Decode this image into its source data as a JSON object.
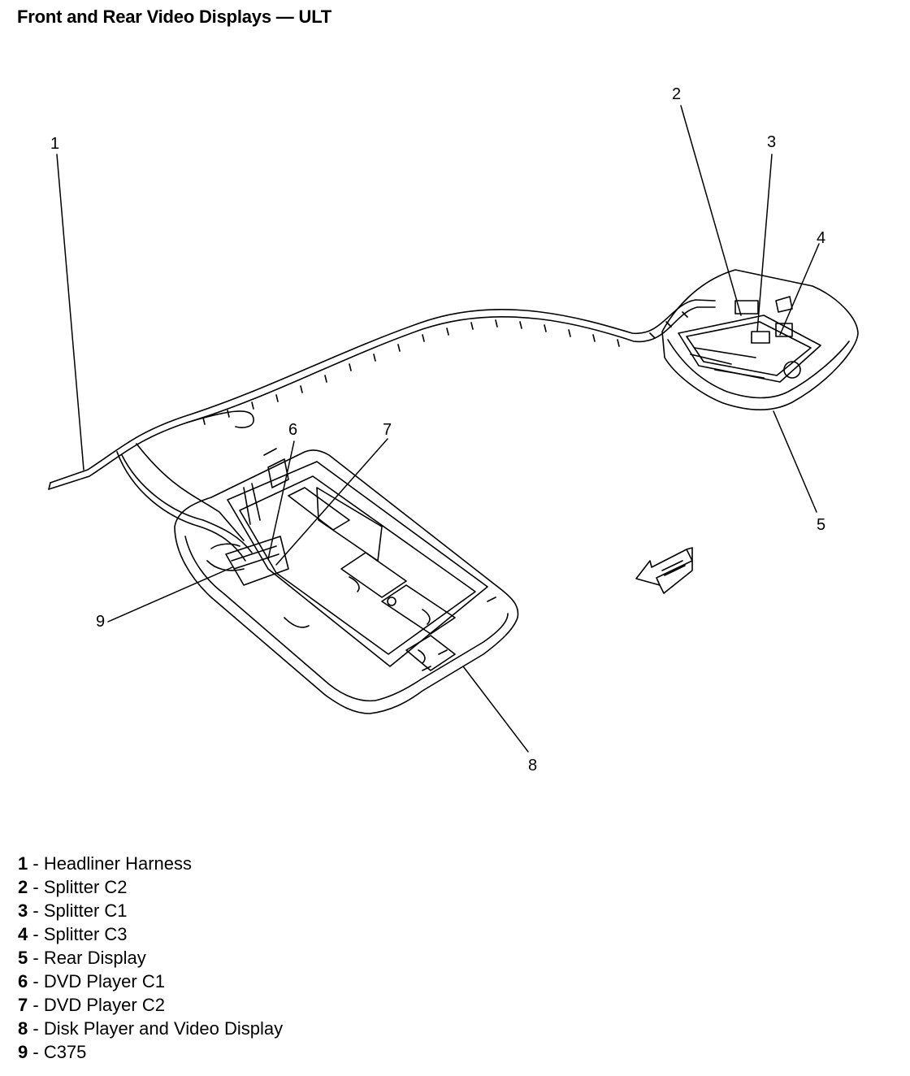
{
  "title": "Front and Rear Video Displays — ULT",
  "callouts": [
    "1",
    "2",
    "3",
    "4",
    "5",
    "6",
    "7",
    "8",
    "9"
  ],
  "legend": [
    {
      "num": "1",
      "sep": " - ",
      "label": "Headliner Harness"
    },
    {
      "num": "2",
      "sep": " - ",
      "label": "Splitter C2"
    },
    {
      "num": "3",
      "sep": " - ",
      "label": "Splitter C1"
    },
    {
      "num": "4",
      "sep": " - ",
      "label": "Splitter C3"
    },
    {
      "num": "5",
      "sep": " - ",
      "label": "Rear Display"
    },
    {
      "num": "6",
      "sep": " - ",
      "label": "DVD Player C1"
    },
    {
      "num": "7",
      "sep": " - ",
      "label": "DVD Player C2"
    },
    {
      "num": "8",
      "sep": " - ",
      "label": "Disk Player and Video Display"
    },
    {
      "num": "9",
      "sep": " - ",
      "label": "C375"
    }
  ],
  "colors": {
    "ink": "#000000",
    "paper": "#ffffff"
  }
}
